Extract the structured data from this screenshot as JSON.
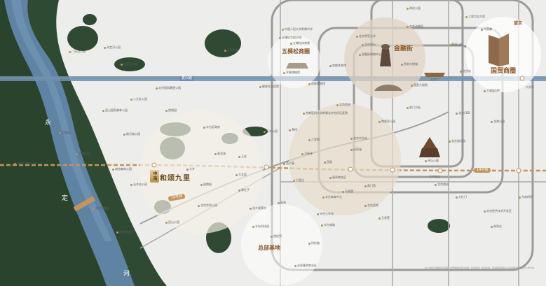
{
  "river": {
    "name_chars": [
      "永",
      "定",
      "河"
    ]
  },
  "roads": {
    "fuxing": "复兴路"
  },
  "metro_line": {
    "name": "14号线"
  },
  "hubs": {
    "wukesong": "五棵松商圈",
    "jinrong": "金融街",
    "guomao": "国贸商圈",
    "zongbu": "总部基地"
  },
  "project": {
    "badge": "中海",
    "name": "和颂九里"
  },
  "station_labels": {
    "wangjing": "望京",
    "daju": "大郊亭",
    "beijing_south": "北京南站"
  },
  "labels": [
    "永定河公园",
    "门头沟公园",
    "石景山公园",
    "北京国际雕塑公园",
    "玉泉公园",
    "八大处公园",
    "西山国家森林公园",
    "首钢园",
    "定都阁",
    "翠湖公园",
    "北京园博园",
    "永定河森林公园",
    "晓月湖公园",
    "莲花池公园",
    "丰台区政府",
    "南宫森林公园",
    "西山公园",
    "北京世界公园",
    "长辛店公园",
    "丽泽商务区",
    "五棵松华熙LIVE",
    "北京西站",
    "天坛公园",
    "北京南站",
    "万丰公园",
    "中国人民大学附属中学",
    "首都医科大学附属北京世纪坛医院",
    "解放军总医院",
    "丰台体育中心",
    "北京经济技术开发区",
    "国家大剧院",
    "天安门",
    "北京银行",
    "金融街购物中心",
    "北京师范大学",
    "首都体育馆",
    "北京动物园",
    "海淀公园",
    "五棵松体育馆",
    "西单大悦城",
    "大望路SKP",
    "中国尊",
    "北京CBD",
    "三里屯太古里",
    "朝阳公园",
    "首都博物馆",
    "军事博物馆",
    "北京站",
    "前门大街",
    "陶然亭公园",
    "北京游乐园",
    "龙潭公园",
    "花乡奥莱村",
    "丰台科技园",
    "总部基地商业区",
    "大红门",
    "宋家庄",
    "东南四环",
    "丰台火车站",
    "六里桥",
    "北京丰台站",
    "万泉寺",
    "菜户营",
    "西局",
    "七里庄",
    "大瓦窑",
    "郭庄子",
    "大井",
    "园博园",
    "青龙湖",
    "王佐",
    "长阳",
    "首经贸",
    "科怡路",
    "丰台南路",
    "北京西南",
    "玉泉营",
    "角门西",
    "马家堡",
    "纪家庙",
    "草桥"
  ],
  "disclaimer": "本广告所示地图为示意图，非严格依比例尺绘制，仅供参考。区位交通、周边配套等信息以政府相关部门最终公布为准。"
}
